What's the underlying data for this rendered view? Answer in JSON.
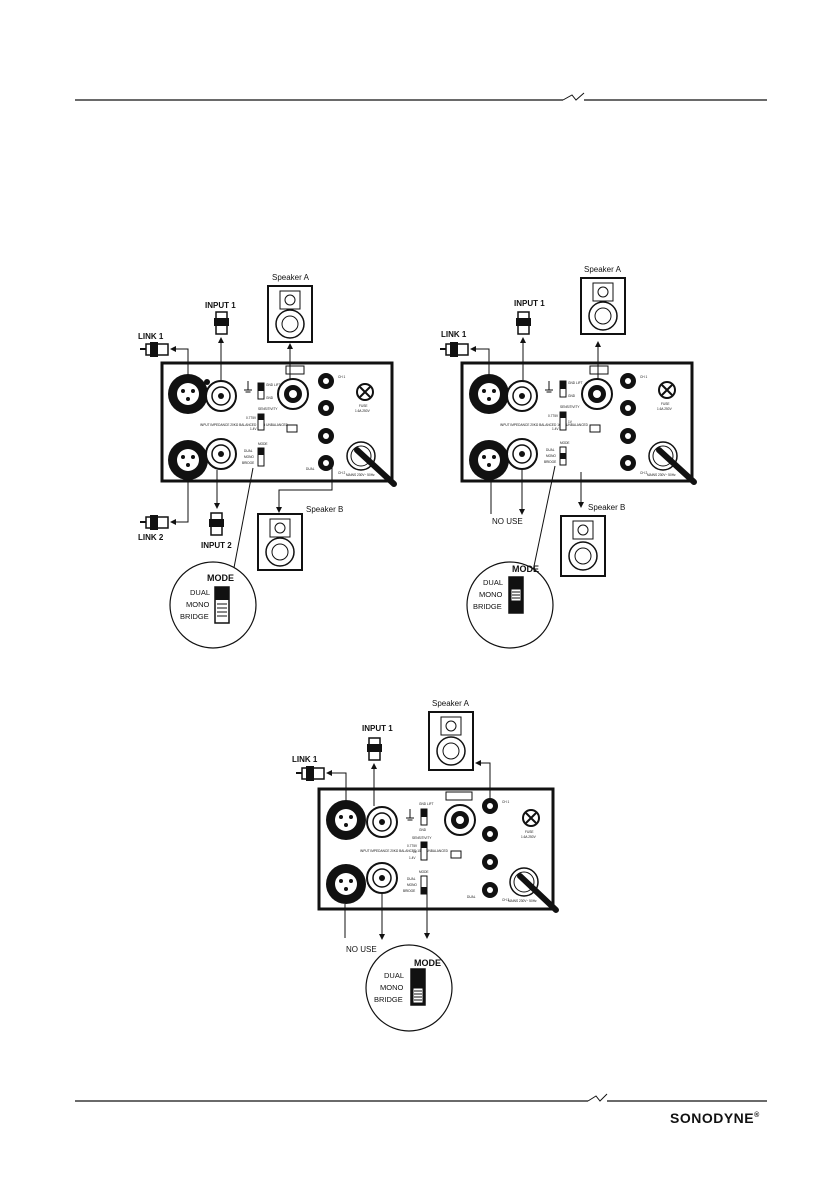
{
  "brand": {
    "name": "SONODYNE",
    "mark": "®"
  },
  "labels": {
    "input1": "INPUT 1",
    "input2": "INPUT 2",
    "link1": "LINK 1",
    "link2": "LINK 2",
    "speaker_a": "Speaker A",
    "speaker_b": "Speaker B",
    "no_use": "NO USE"
  },
  "panel_text": {
    "gnd_lift": "GND LIFT",
    "gnd": "GND",
    "sensitivity": "SENSITIVITY",
    "sens_1": "0.775V",
    "sens_2": "1V",
    "sens_3": "1.4V",
    "mode": "MODE",
    "dual": "DUAL",
    "mono": "MONO",
    "bridge": "BRIDGE",
    "ch1": "CH 1",
    "ch2": "CH 2",
    "fuse": "FUSE",
    "fuse_rating": "1.6A 250V",
    "impedance": "INPUT IMPEDANCE 20KΩ BALANCED 10KΩ UNBALANCED",
    "mains": "MAINS 230V~ 50Hz"
  },
  "mode_callout": {
    "title": "MODE",
    "options": [
      "DUAL",
      "MONO",
      "BRIDGE"
    ]
  },
  "diagrams": [
    {
      "name": "dual",
      "switch": "DUAL"
    },
    {
      "name": "mono",
      "switch": "MONO"
    },
    {
      "name": "bridge",
      "switch": "BRIDGE"
    }
  ]
}
